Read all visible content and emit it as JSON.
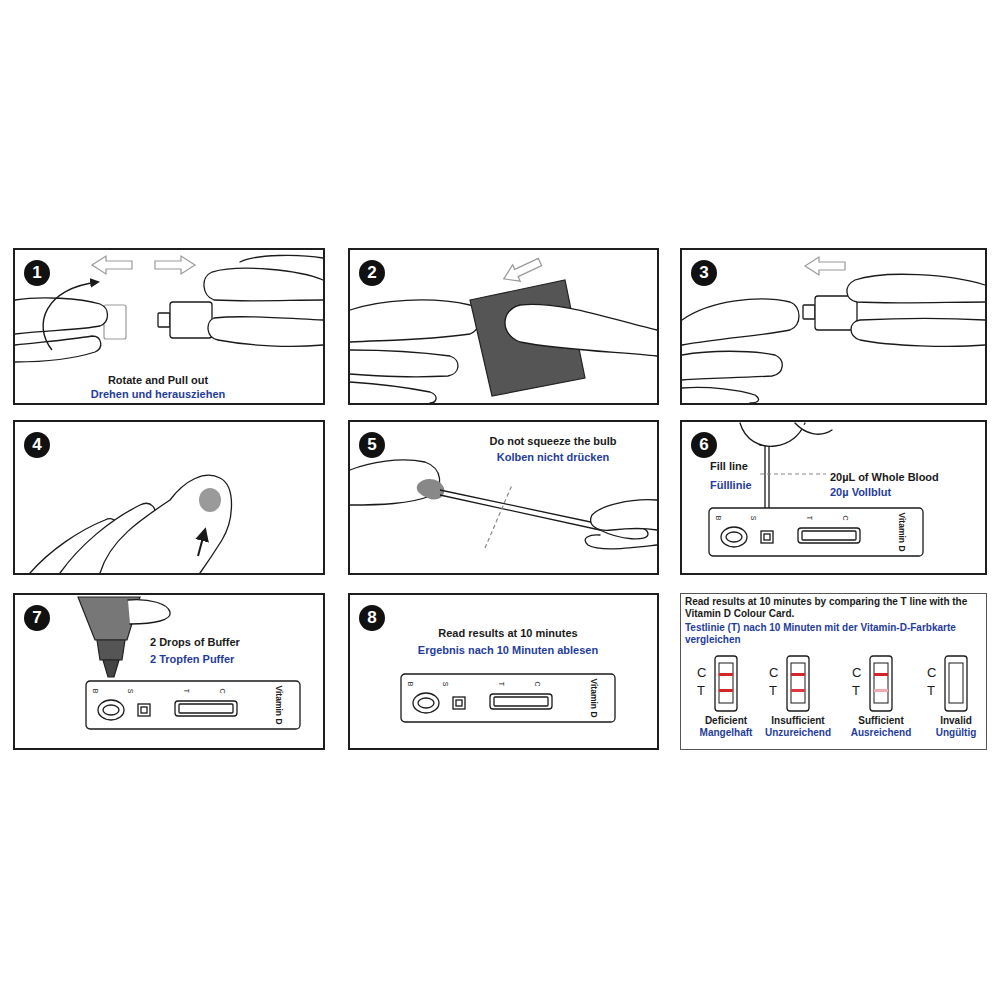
{
  "diagram": {
    "nodes": [
      {
        "text": [
          "1",
          "Rotate and Pull out",
          "Drehen und herausziehen"
        ]
      },
      {
        "text": [
          "2"
        ]
      },
      {
        "text": [
          "3"
        ]
      },
      {
        "text": [
          "4"
        ]
      },
      {
        "text": [
          "5",
          "Do not squeeze the bulb",
          "Kolben nicht drücken"
        ]
      },
      {
        "text": [
          "6",
          "Fill line",
          "Fülllinie",
          "20µL of Whole Blood",
          "20µ Vollblut"
        ]
      },
      {
        "text": [
          "B",
          "S",
          "T",
          "C",
          "Vitamin D"
        ],
        "in": 5
      },
      {
        "text": [
          "7",
          "2 Drops of Buffer",
          "2 Tropfen Puffer"
        ]
      },
      {
        "text": [
          "B",
          "S",
          "T",
          "C",
          "Vitamin D"
        ],
        "in": 7
      },
      {
        "text": [
          "8",
          "Read results at 10 minutes",
          "Ergebnis nach 10 Minuten ablesen"
        ]
      },
      {
        "text": [
          "B",
          "S",
          "T",
          "C",
          "Vitamin D"
        ],
        "in": 9
      },
      {
        "text": [
          "Read results at 10 minutes by comparing the T line with the Vitamin D Colour Card.",
          "Testlinie (T) nach 10 Minuten mit der Vitamin-D-Farbkarte vergleichen"
        ]
      },
      {
        "text": [
          "C",
          "T",
          "Deficient",
          "Mangelhaft"
        ],
        "in": 11
      },
      {
        "text": [
          "C",
          "T",
          "Insufficient",
          "Unzureichend"
        ],
        "in": 11
      },
      {
        "text": [
          "C",
          "T",
          "Sufficient",
          "Ausreichend"
        ],
        "in": 11
      },
      {
        "text": [
          "C",
          "T",
          "Invalid",
          "Ungültig"
        ],
        "in": 11
      }
    ]
  }
}
